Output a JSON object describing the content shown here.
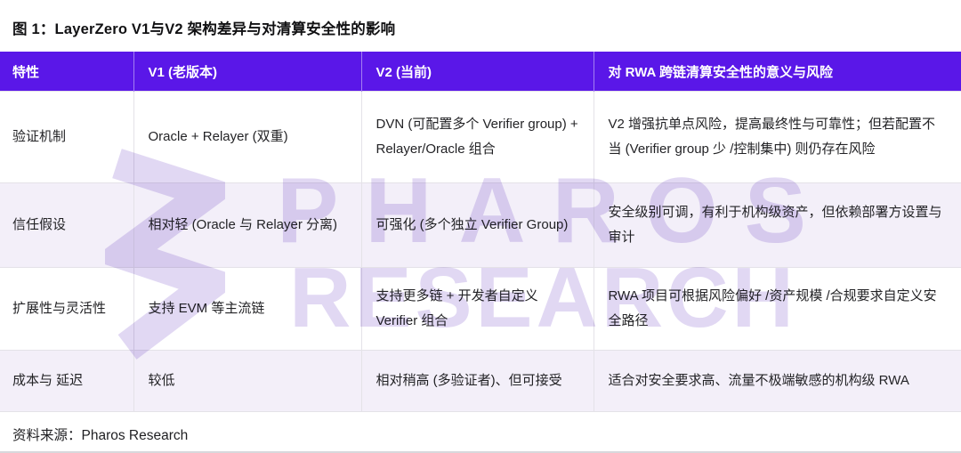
{
  "title": "图 1：LayerZero V1与V2 架构差异与对清算安全性的影响",
  "source": "资料来源：Pharos Research",
  "watermark": {
    "logo_icon": "pharos-zigzag-ribbon-logo",
    "line1": "PHAROS",
    "line2": "RESEARCH"
  },
  "colors": {
    "header_bg": "#5A17E8",
    "header_text": "#FFFFFF",
    "row_alt_bg": "#F3EFF9",
    "row_bg": "#FFFFFF",
    "border": "#E4E2E8",
    "watermark": "#E1D8F3"
  },
  "table": {
    "headers": [
      "特性",
      "V1 (老版本)",
      "V2 (当前)",
      "对 RWA 跨链清算安全性的意义与风险"
    ],
    "rows": [
      [
        "验证机制",
        "Oracle + Relayer (双重)",
        "DVN (可配置多个 Verifier group) + Relayer/Oracle 组合",
        "V2 增强抗单点风险，提高最终性与可靠性；但若配置不当 (Verifier group 少 /控制集中) 则仍存在风险"
      ],
      [
        "信任假设",
        "相对轻 (Oracle 与 Relayer 分离)",
        "可强化 (多个独立 Verifier Group)",
        "安全级别可调，有利于机构级资产，但依赖部署方设置与审计"
      ],
      [
        "扩展性与灵活性",
        "支持 EVM 等主流链",
        "支持更多链 + 开发者自定义 Verifier 组合",
        "RWA 项目可根据风险偏好 /资产规模 /合规要求自定义安全路径"
      ],
      [
        "成本与 延迟",
        "较低",
        "相对稍高 (多验证者)、但可接受",
        "适合对安全要求高、流量不极端敏感的机构级 RWA"
      ]
    ]
  }
}
